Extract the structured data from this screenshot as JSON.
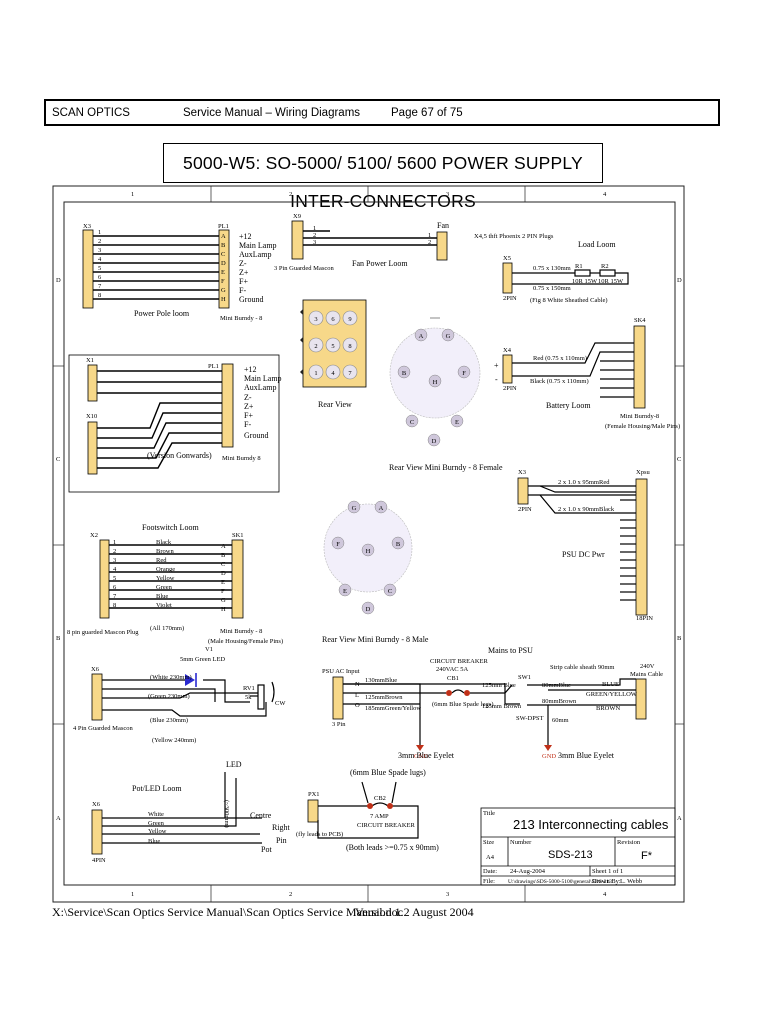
{
  "header": {
    "company": "SCAN OPTICS",
    "manual": "Service Manual – Wiring Diagrams",
    "page": "Page 67 of 75"
  },
  "title": "5000-W5: SO-5000/ 5100/ 5600 POWER SUPPLY INTER-CONNECTORS",
  "grid": {
    "cols": [
      "1",
      "2",
      "3",
      "4"
    ],
    "rows": [
      "D",
      "C",
      "B",
      "A"
    ]
  },
  "power_pole": {
    "x": "X3",
    "pl": "PL1",
    "pins": [
      "1",
      "2",
      "3",
      "4",
      "5",
      "6",
      "7",
      "8"
    ],
    "letters": [
      "A",
      "B",
      "C",
      "D",
      "E",
      "F",
      "G",
      "H"
    ],
    "signals": [
      "+12",
      "Main Lamp",
      "AuxLamp",
      "Z-",
      "Z+",
      "F+",
      "F-",
      "Ground"
    ],
    "label": "Power Pole loom",
    "connector": "Mini Burndy - 8"
  },
  "fan": {
    "x": "X9",
    "label": "Fan",
    "connector": "3 Pin Guarded Mascon",
    "loom": "Fan Power Loom",
    "pins": [
      "1",
      "2",
      "3"
    ],
    "pins_right": [
      "1",
      "2"
    ]
  },
  "load": {
    "plugs": "X4,5 thft Phoenix 2 PIN Plugs",
    "title": "Load Loom",
    "x": "X5",
    "w1": "0.75 x 130mm",
    "w2": "0.75 x 150mm",
    "r1": "R1",
    "r2": "R2",
    "r1v": "10R 15W",
    "r2v": "10R 15W",
    "note": "(Fig 8 White Sheathed Cable)",
    "pins": "2PIN"
  },
  "rear": {
    "label": "Rear View",
    "pins": [
      "3",
      "6",
      "9",
      "2",
      "5",
      "8",
      "1",
      "4",
      "7"
    ]
  },
  "burndy_female": {
    "label": "Rear View Mini Burndy - 8 Female",
    "pins": [
      "A",
      "G",
      "B",
      "H",
      "F",
      "C",
      "E",
      "D"
    ]
  },
  "burndy_male": {
    "label": "Rear View Mini Burndy - 8 Male",
    "pins": [
      "G",
      "A",
      "F",
      "H",
      "B",
      "E",
      "C",
      "D"
    ]
  },
  "version": {
    "x": "X1",
    "x2": "X10",
    "pl": "PL1",
    "label": "(Version Gonwards)",
    "connector": "Mini Burndy 8",
    "signals": [
      "+12",
      "Main Lamp",
      "AuxLamp",
      "Z-",
      "Z+",
      "F+",
      "F-",
      "Ground"
    ]
  },
  "battery": {
    "x": "X4",
    "sk": "SK4",
    "plus": "+",
    "minus": "-",
    "red": "Red (0.75 x 110mm)",
    "black": "Black (0.75 x 110mm)",
    "label": "Battery Loom",
    "connector": "Mini Burndy-8",
    "housing": "(Female Housing/Male Pins)",
    "pins": "2PIN"
  },
  "psu_dc": {
    "x": "X3",
    "xpsu": "Xpsu",
    "red": "2 x 1.0 x 95mmRed",
    "black": "2 x 1.0 x 90mmBlack",
    "label": "PSU DC Pwr",
    "pins": "2PIN",
    "pins_r": "18PIN"
  },
  "footswitch": {
    "title": "Footswitch Loom",
    "x": "X2",
    "sk": "SK1",
    "colours": [
      "Black",
      "Brown",
      "Red",
      "Orange",
      "Yellow",
      "Green",
      "Blue",
      "Violet"
    ],
    "pins": [
      "1",
      "2",
      "3",
      "4",
      "5",
      "6",
      "7",
      "8"
    ],
    "letters": [
      "A",
      "B",
      "C",
      "D",
      "E",
      "F",
      "G",
      "H"
    ],
    "plug": "8 pin guarded Mascon Plug",
    "length": "(All 170mm)",
    "connector": "Mini Burndy - 8",
    "housing": "(Male Housing/Female Pins)"
  },
  "led_circuit": {
    "x": "X6",
    "v1": "V1",
    "led": "5mm Green LED",
    "w1": "(White 230mm)",
    "w2": "(Green 230mm)",
    "w3": "(Blue 230mm)",
    "w4": "(Yellow 240mm)",
    "rv": "RV1",
    "rvv": "5k",
    "cw": "CW",
    "plug": "4 Pin Guarded Mascon"
  },
  "mains": {
    "title": "Mains to PSU",
    "psu": "PSU AC Input",
    "cb": "CIRCUIT BREAKER",
    "cbr": "240VAC 5A",
    "cb1": "CB1",
    "n": "130mmBlue",
    "l": "125mmBrown",
    "e": "185mmGreen/Yellow",
    "spade": "(6mm Blue Spade lugs)",
    "w5": "125mm Blue",
    "w6": "125mm Brown",
    "sw": "SW1",
    "swt": "SW-DPST",
    "w7": "80mmBlue",
    "w8": "80mmBrown",
    "sheath": "Strip cable sheath 90mm",
    "mains": "240V",
    "mc": "Mains Cable",
    "blue": "BLUE",
    "gy": "GREEN/YELLOW",
    "brown": "BROWN",
    "len": "60mm",
    "eyelet1": "3mm Blue Eyelet",
    "eyelet2": "3mm Blue Eyelet",
    "gnd": "GND",
    "pins": "3 Pin",
    "n_l": "N",
    "l_l": "L",
    "e_l": "O"
  },
  "pot_led": {
    "title": "Pot/LED Loom",
    "x": "X6",
    "colours": [
      "White",
      "Green",
      "Yellow",
      "Blue"
    ],
    "led": "LED",
    "len": "(~300mm)",
    "centre": "Centre",
    "right": "Right",
    "pin": "Pin",
    "pot": "Pot",
    "pins": "4PIN"
  },
  "fuse": {
    "x": "PX1",
    "spade": "(6mm Blue Spade lugs)",
    "cb": "CB2",
    "amp": "7 AMP",
    "cbr": "CIRCUIT BREAKER",
    "leads": "(fly leads to PCB)",
    "both": "(Both leads >=0.75 x 90mm)"
  },
  "titleblock": {
    "title_l": "Title",
    "title": "213 Interconnecting cables",
    "size_l": "Size",
    "size": "A4",
    "number_l": "Number",
    "number": "SDS-213",
    "rev_l": "Revision",
    "rev": "F*",
    "date_l": "Date:",
    "date": "24-Aug-2004",
    "file_l": "File:",
    "file": "U:\\drawings\\SDS-5000-5100\\general\\SDS-213",
    "sheet": "Sheet 1 of 1",
    "drawn": "Drawn By:",
    "drawn_v": "L. Webb"
  },
  "footer": {
    "path": "X:\\Service\\Scan Optics Service Manual\\Scan Optics Service Manual.doc",
    "version": "Version 1.2 August 2004"
  },
  "colors": {
    "wire": "#000000",
    "pin_fill": "#f7d889",
    "burndy": "#e8e4ee",
    "burndy_pin": "#c4bcd0",
    "led": "#2a2ad0",
    "frame": "#222222"
  }
}
